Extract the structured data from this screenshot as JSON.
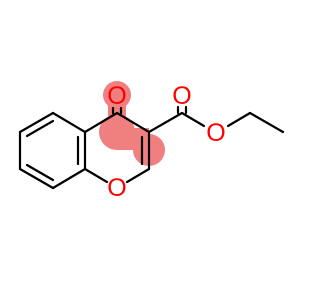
{
  "molecule": {
    "atoms": [
      {
        "id": "o-ketone",
        "symbol": "O",
        "highlighted": true
      },
      {
        "id": "o-ring",
        "symbol": "O",
        "highlighted": false
      },
      {
        "id": "o-carbonyl",
        "symbol": "O",
        "highlighted": false
      },
      {
        "id": "o-ester",
        "symbol": "O",
        "highlighted": false
      }
    ],
    "highlight_color": "#f08080",
    "bond_color": "#000000",
    "label_color": "#ff0000"
  }
}
